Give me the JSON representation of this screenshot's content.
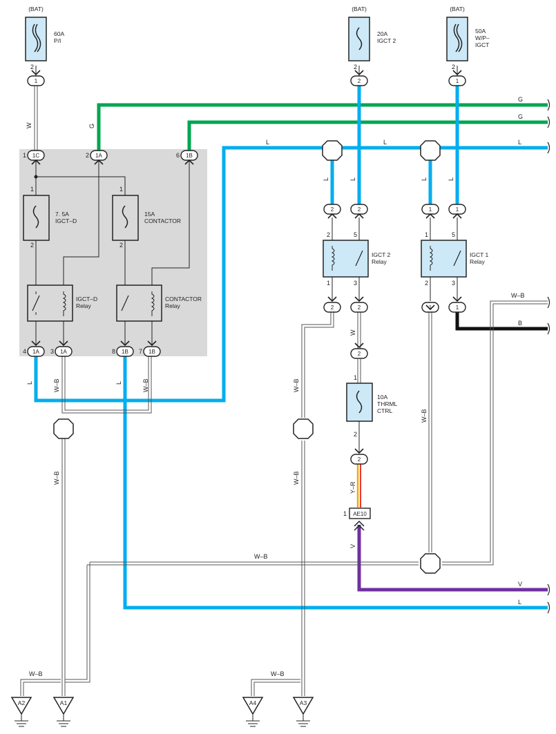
{
  "fuses": {
    "f60": {
      "source": "(BAT)",
      "rating": "60A",
      "name": "P/I"
    },
    "f20": {
      "source": "(BAT)",
      "rating": "20A",
      "name": "IGCT 2"
    },
    "f50": {
      "source": "(BAT)",
      "rating": "50A",
      "name1": "W/P–",
      "name2": "IGCT"
    },
    "f75": {
      "rating": "7. 5A",
      "name": "IGCT–D"
    },
    "f15": {
      "rating": "15A",
      "name": "CONTACTOR"
    },
    "f10": {
      "rating": "10A",
      "name1": "THRML",
      "name2": "CTRL"
    }
  },
  "relays": {
    "igctd": {
      "name": "IGCT–D",
      "suffix": "Relay"
    },
    "contactor": {
      "name": "CONTACTOR",
      "suffix": "Relay"
    },
    "igct2": {
      "name": "IGCT 2",
      "suffix": "Relay"
    },
    "igct1": {
      "name": "IGCT 1",
      "suffix": "Relay"
    }
  },
  "connectors": {
    "c1C": "1C",
    "c1A": "1A",
    "c1B": "1B",
    "c1": "1",
    "c2": "2",
    "ae10": "AE10"
  },
  "pins": {
    "p1": "1",
    "p2": "2",
    "p3": "3",
    "p4": "4",
    "p5": "5",
    "p6": "6",
    "p7": "7",
    "p8": "8"
  },
  "wire_colors": {
    "W": "W",
    "G": "G",
    "L": "L",
    "WB": "W–B",
    "B": "B",
    "V": "V",
    "YR": "Y–R"
  },
  "grounds": {
    "a1": "A1",
    "a2": "A2",
    "a3": "A3",
    "a4": "A4"
  },
  "colors": {
    "green": "#00A650",
    "blue": "#00AEEF",
    "purple": "#7030A0",
    "black": "#111111",
    "yellow_red": "#F7A600",
    "fuse_fill": "#CDE9F7",
    "box_fill": "#D9D9D9"
  }
}
